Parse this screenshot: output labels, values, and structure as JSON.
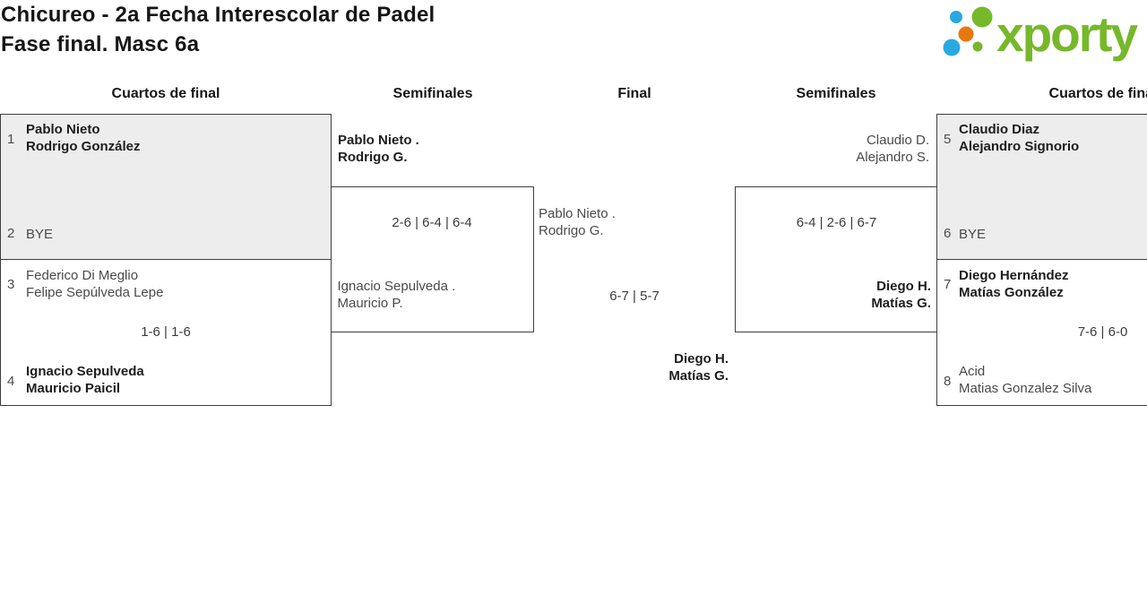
{
  "header": {
    "title_line1": "Chicureo - 2a Fecha Interescolar de Padel",
    "title_line2": "Fase final. Masc 6a",
    "logo_text": "xporty",
    "logo_icon": "dots-cluster-icon",
    "brand_colors": {
      "green": "#76B82A",
      "blue": "#2AA9E0",
      "orange": "#E8770E"
    }
  },
  "rounds": {
    "qf_left": "Cuartos de final",
    "sf_left": "Semifinales",
    "final": "Final",
    "sf_right": "Semifinales",
    "qf_right": "Cuartos de final"
  },
  "matches": {
    "qf_left_top": {
      "seed_a": "1",
      "team_a_line1": "Pablo Nieto",
      "team_a_line2": "Rodrigo González",
      "seed_b": "2",
      "team_b_line1": "BYE"
    },
    "qf_left_bottom": {
      "seed_a": "3",
      "team_a_line1": "Federico Di Meglio",
      "team_a_line2": "Felipe Sepúlveda Lepe",
      "score": "1-6 | 1-6",
      "seed_b": "4",
      "team_b_line1": "Ignacio Sepulveda",
      "team_b_line2": "Mauricio Paicil"
    },
    "sf_left": {
      "team_a_line1": "Pablo Nieto .",
      "team_a_line2": "Rodrigo G.",
      "score": "2-6 | 6-4 | 6-4",
      "team_b_line1": "Ignacio Sepulveda .",
      "team_b_line2": "Mauricio P."
    },
    "final": {
      "team_a_line1": "Pablo Nieto .",
      "team_a_line2": "Rodrigo G.",
      "score": "6-7 | 5-7",
      "team_b_line1": "Diego H.",
      "team_b_line2": "Matías G."
    },
    "sf_right": {
      "team_a_line1": "Claudio D.",
      "team_a_line2": "Alejandro S.",
      "score": "6-4 | 2-6 | 6-7",
      "team_b_line1": "Diego H.",
      "team_b_line2": "Matías G."
    },
    "qf_right_top": {
      "seed_a": "5",
      "team_a_line1": "Claudio Diaz",
      "team_a_line2": "Alejandro Signorio",
      "seed_b": "6",
      "team_b_line1": "BYE"
    },
    "qf_right_bottom": {
      "seed_a": "7",
      "team_a_line1": "Diego Hernández",
      "team_a_line2": "Matías González",
      "score": "7-6 | 6-0",
      "seed_b": "8",
      "team_b_line1": "Acid",
      "team_b_line2": "Matias Gonzalez Silva"
    }
  },
  "ui_colors": {
    "box_border": "#3f3f3f",
    "bye_box_background": "#ededed",
    "winner_text": "#1d1d1d",
    "loser_text": "#4a4a4a"
  }
}
